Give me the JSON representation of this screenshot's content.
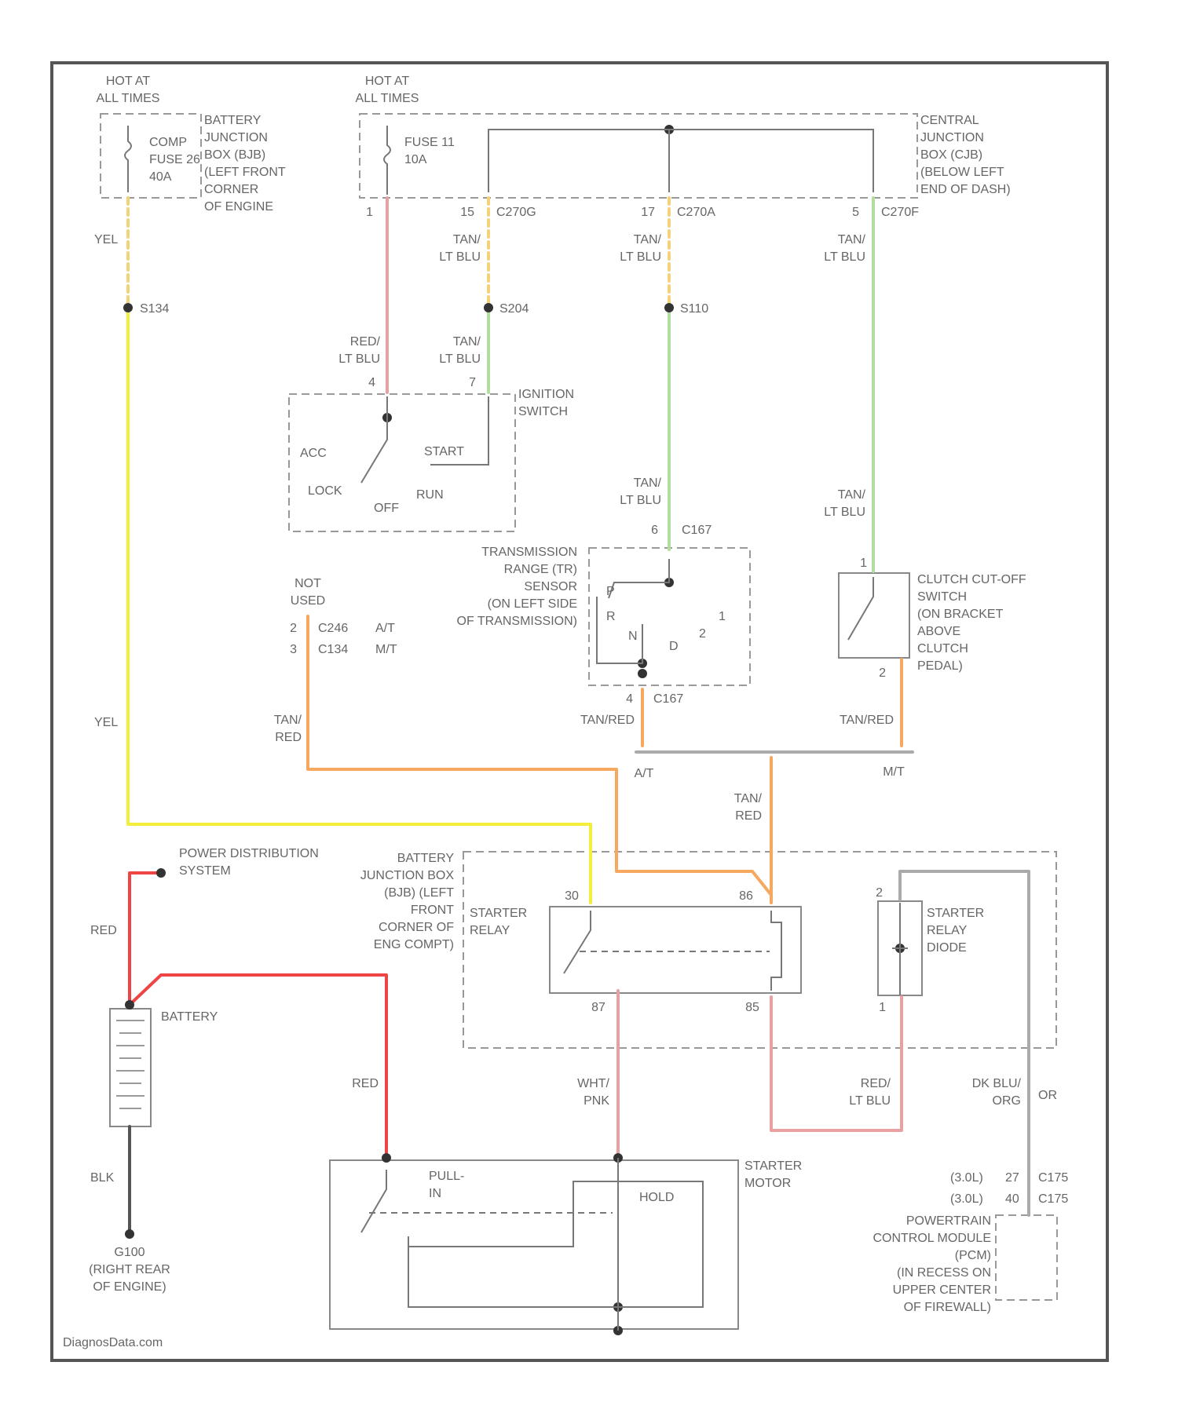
{
  "colors": {
    "yel": "#f2ee3a",
    "red": "#ee4444",
    "pink": "#e9a0a0",
    "orange": "#f5a85e",
    "green": "#b2dca0",
    "tanDash": "#f4d27a",
    "gray": "#aaaaaa",
    "blk": "#555555"
  },
  "hot1": "HOT AT\nALL TIMES",
  "hot2": "HOT AT\nALL TIMES",
  "bjb_top": "BATTERY\nJUNCTION\nBOX (BJB)\n(LEFT FRONT\nCORNER\nOF ENGINE",
  "fuse_a": "COMP\nFUSE 26\n40A",
  "fuse_b": "FUSE 11\n10A",
  "cjb": "CENTRAL\nJUNCTION\nBOX (CJB)\n(BELOW LEFT\nEND OF DASH)",
  "cjb_p1": "1",
  "cjb_p2": "15",
  "cjb_c2": "C270G",
  "cjb_p3": "17",
  "cjb_c3": "C270A",
  "cjb_p4": "5",
  "cjb_c4": "C270F",
  "yel1": "YEL",
  "yel2": "YEL",
  "s134": "S134",
  "tan1": "TAN/\nLT BLU",
  "tan2": "TAN/\nLT BLU",
  "tan3": "TAN/\nLT BLU",
  "s204": "S204",
  "s110": "S110",
  "red_ltblu1": "RED/\nLT BLU",
  "tan4": "TAN/\nLT BLU",
  "ign_p1": "4",
  "ign_p2": "7",
  "ign_name": "IGNITION\nSWITCH",
  "acc": "ACC",
  "start": "START",
  "lock": "LOCK",
  "off": "OFF",
  "run": "RUN",
  "tan5": "TAN/\nLT BLU",
  "tan6": "TAN/\nLT BLU",
  "trs_p1": "6",
  "trs_c1": "C167",
  "trs_name": "TRANSMISSION\nRANGE (TR)\nSENSOR\n(ON LEFT SIDE\nOF TRANSMISSION)",
  "gear_p": "P",
  "gear_r": "R",
  "gear_n": "N",
  "gear_d": "D",
  "gear_2": "2",
  "gear_1": "1",
  "trs_p2": "4",
  "trs_c2": "C167",
  "not_used": "NOT\nUSED",
  "nu_p1": "2",
  "nu_c1": "C246",
  "nu_t1": "A/T",
  "nu_p2": "3",
  "nu_c2": "C134",
  "nu_t2": "M/T",
  "clutch": "CLUTCH CUT-OFF\nSWITCH\n(ON BRACKET\nABOVE\nCLUTCH\nPEDAL)",
  "clutch_p": "1",
  "clutch_p2": "2",
  "tanred1": "TAN/\nRED",
  "tanred2": "TAN/RED",
  "tanred3": "TAN/RED",
  "at": "A/T",
  "mt": "M/T",
  "tanred4": "TAN/\nRED",
  "pds": "POWER DISTRIBUTION\nSYSTEM",
  "red1": "RED",
  "bjb_bottom": "BATTERY\nJUNCTION BOX\n(BJB) (LEFT\nFRONT\nCORNER OF\nENG COMPT)",
  "starter_relay": "STARTER\nRELAY",
  "relay_30": "30",
  "relay_86": "86",
  "relay_87": "87",
  "relay_85": "85",
  "diode": "STARTER\nRELAY\nDIODE",
  "diode_p2": "2",
  "diode_p1": "1",
  "battery": "BATTERY",
  "red2": "RED",
  "wht_pnk": "WHT/\nPNK",
  "red_ltblu2": "RED/\nLT BLU",
  "dkblu": "DK BLU/\nORG",
  "or": "OR",
  "blk": "BLK",
  "g100": "G100\n(RIGHT REAR\nOF ENGINE)",
  "starter_motor": "STARTER\nMOTOR",
  "pull_in": "PULL-\nIN",
  "hold": "HOLD",
  "pcm_r1a": "(3.0L)",
  "pcm_r1b": "27",
  "pcm_r1c": "C175",
  "pcm_r2a": "(3.0L)",
  "pcm_r2b": "40",
  "pcm_r2c": "C175",
  "pcm": "POWERTRAIN\nCONTROL MODULE\n(PCM)\n(IN RECESS ON\nUPPER CENTER\nOF FIREWALL)",
  "credit": "DiagnosData.com"
}
